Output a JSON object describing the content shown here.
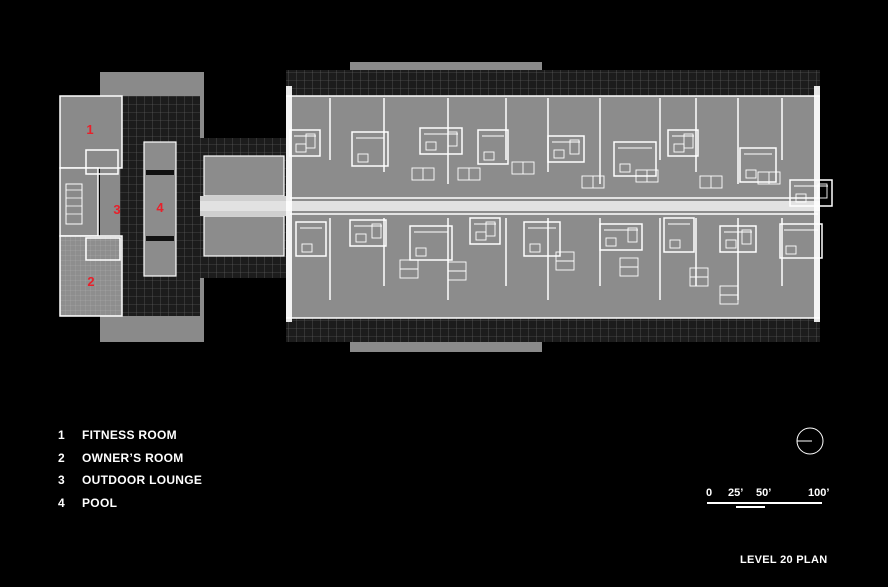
{
  "colors": {
    "background": "#000000",
    "floor": "#8c8c8c",
    "terrace": "#1e1e1e",
    "room_label": "#e8202a",
    "walls": "#ffffff"
  },
  "plan_title": "LEVEL 20 PLAN",
  "room_tags": [
    "1",
    "2",
    "3",
    "4"
  ],
  "legend": [
    {
      "num": "1",
      "label": "FITNESS ROOM"
    },
    {
      "num": "2",
      "label": "OWNER’S ROOM"
    },
    {
      "num": "3",
      "label": "OUTDOOR LOUNGE"
    },
    {
      "num": "4",
      "label": "POOL"
    }
  ],
  "scale_bar": {
    "ticks": [
      "0",
      "25’",
      "50’",
      "100’"
    ]
  },
  "icons": {
    "north_arrow": "north-arrow-icon"
  }
}
